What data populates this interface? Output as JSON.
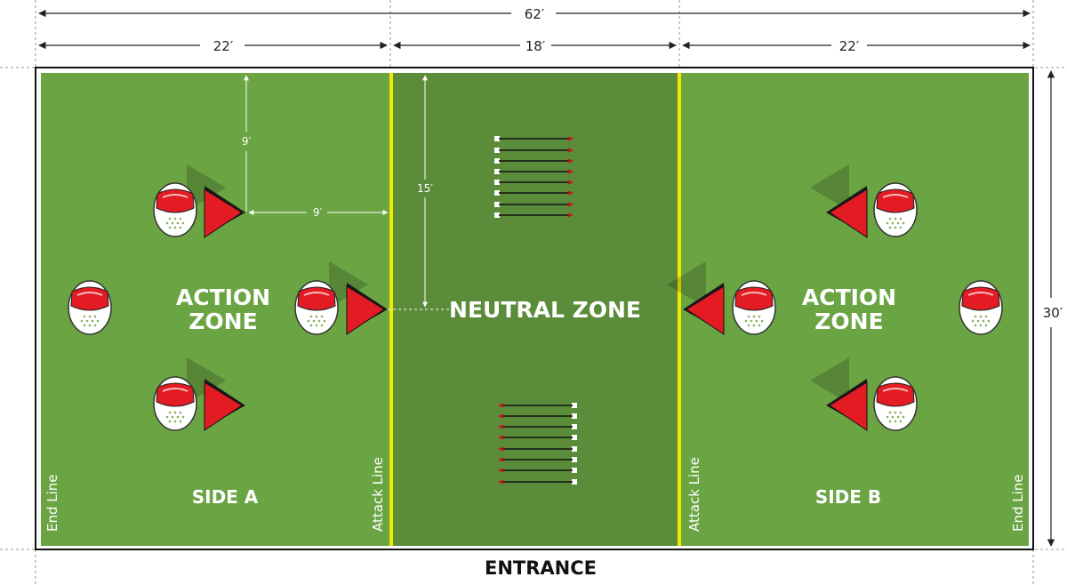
{
  "dimensions": {
    "total_length": "62′",
    "side_a_length": "22′",
    "neutral_length": "18′",
    "side_b_length": "22′",
    "width": "30′",
    "bunker_depth": "9′",
    "bunker_offset": "9′",
    "arrow_distance": "15′"
  },
  "zones": {
    "action_a": [
      "ACTION",
      "ZONE"
    ],
    "neutral": "NEUTRAL ZONE",
    "action_b": [
      "ACTION",
      "ZONE"
    ]
  },
  "sides": {
    "a": "SIDE A",
    "b": "SIDE B"
  },
  "lines": {
    "end_line_left": "End Line",
    "attack_line_left": "Attack Line",
    "attack_line_right": "Attack Line",
    "end_line_right": "End Line"
  },
  "entrance": "ENTRANCE",
  "colors": {
    "grass": "#6aa443",
    "neutral": "#5b8c3a",
    "attack_line": "#f5e800",
    "bunker_red": "#e31b23",
    "mask_red": "#e31b23",
    "arrow_tip": "#cc1111"
  },
  "icons": {
    "player": "player-mask-icon",
    "bunker": "triangle-bunker-icon",
    "arrow": "arrow-icon"
  }
}
